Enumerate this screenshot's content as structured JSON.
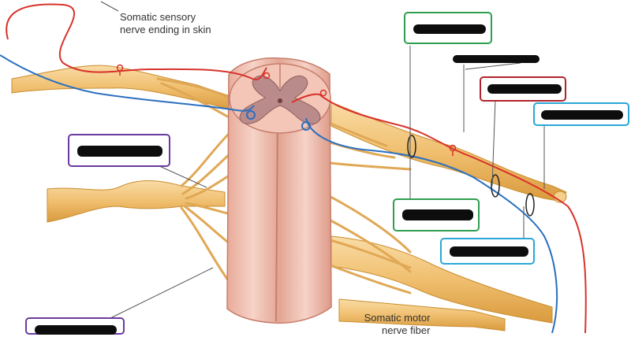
{
  "captions": {
    "sensory": {
      "line1": "Somatic sensory",
      "line2": "nerve ending in skin"
    },
    "motor": {
      "line1": "Somatic motor",
      "line2": "nerve fiber"
    }
  },
  "label_boxes": [
    {
      "id": "top-right-1",
      "color": "#2e9e4e"
    },
    {
      "id": "top-right-2",
      "color": "#b3222a"
    },
    {
      "id": "top-right-3",
      "color": "#2aa7d8"
    },
    {
      "id": "right-lower-1",
      "color": "#2e9e4e"
    },
    {
      "id": "right-lower-2",
      "color": "#2aa7d8"
    },
    {
      "id": "left-upper",
      "color": "#6a3aa0"
    },
    {
      "id": "left-lower",
      "color": "#6a3aa0"
    }
  ],
  "colors": {
    "nerve": "#f2c47a",
    "nerve_outline": "#c98d2e",
    "spinal_cord": "#f2c1b4",
    "gray_matter": "#b98b8a",
    "sensory_fiber": "#d8332b",
    "motor_fiber": "#2a6fc0"
  }
}
